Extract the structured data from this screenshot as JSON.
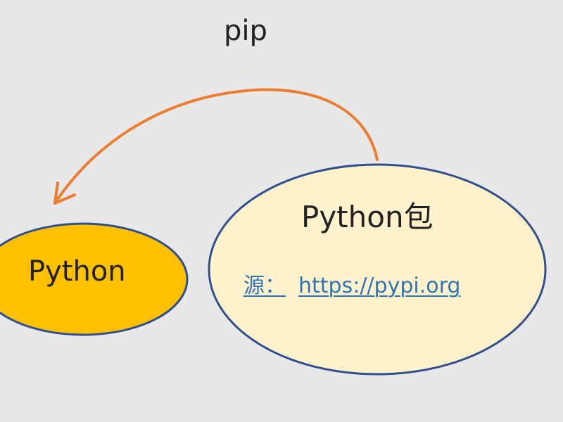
{
  "diagram": {
    "arrow_label": "pip",
    "python_node": {
      "label": "Python",
      "fill": "#ffc000",
      "stroke": "#2f4f8f"
    },
    "package_node": {
      "title": "Python包",
      "source_prefix": "源：",
      "source_url": "https://pypi.org",
      "fill": "#fff2cc",
      "stroke": "#2f4f8f"
    },
    "arrow_color": "#ed7d31",
    "link_color": "#2e74b5"
  }
}
